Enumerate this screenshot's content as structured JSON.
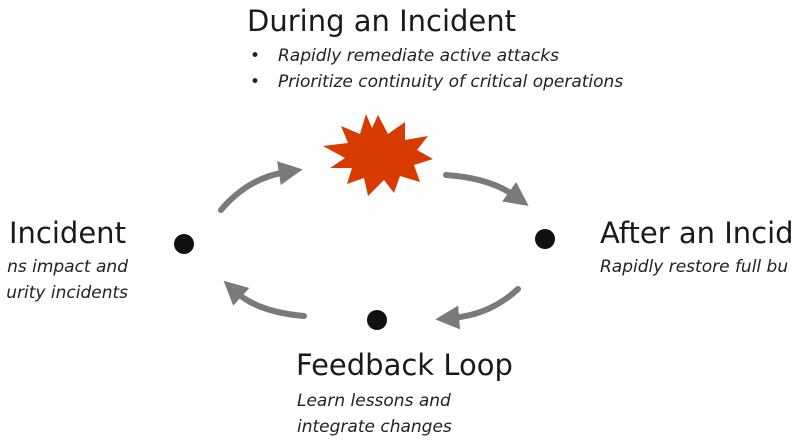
{
  "during": {
    "title": "During an Incident",
    "bullets": [
      "Rapidly remediate active attacks",
      "Prioritize continuity of critical operations"
    ]
  },
  "before": {
    "title": "Incident",
    "lines": [
      "ns impact and",
      "urity incidents"
    ]
  },
  "after": {
    "title": "After an Incid",
    "lines": [
      "Rapidly restore full bu"
    ]
  },
  "feedback": {
    "title": "Feedback Loop",
    "lines": [
      "Learn lessons and",
      "integrate changes"
    ]
  },
  "colors": {
    "burst": "#d83b01",
    "arrow": "#7a7a7a",
    "dot": "#111111"
  }
}
